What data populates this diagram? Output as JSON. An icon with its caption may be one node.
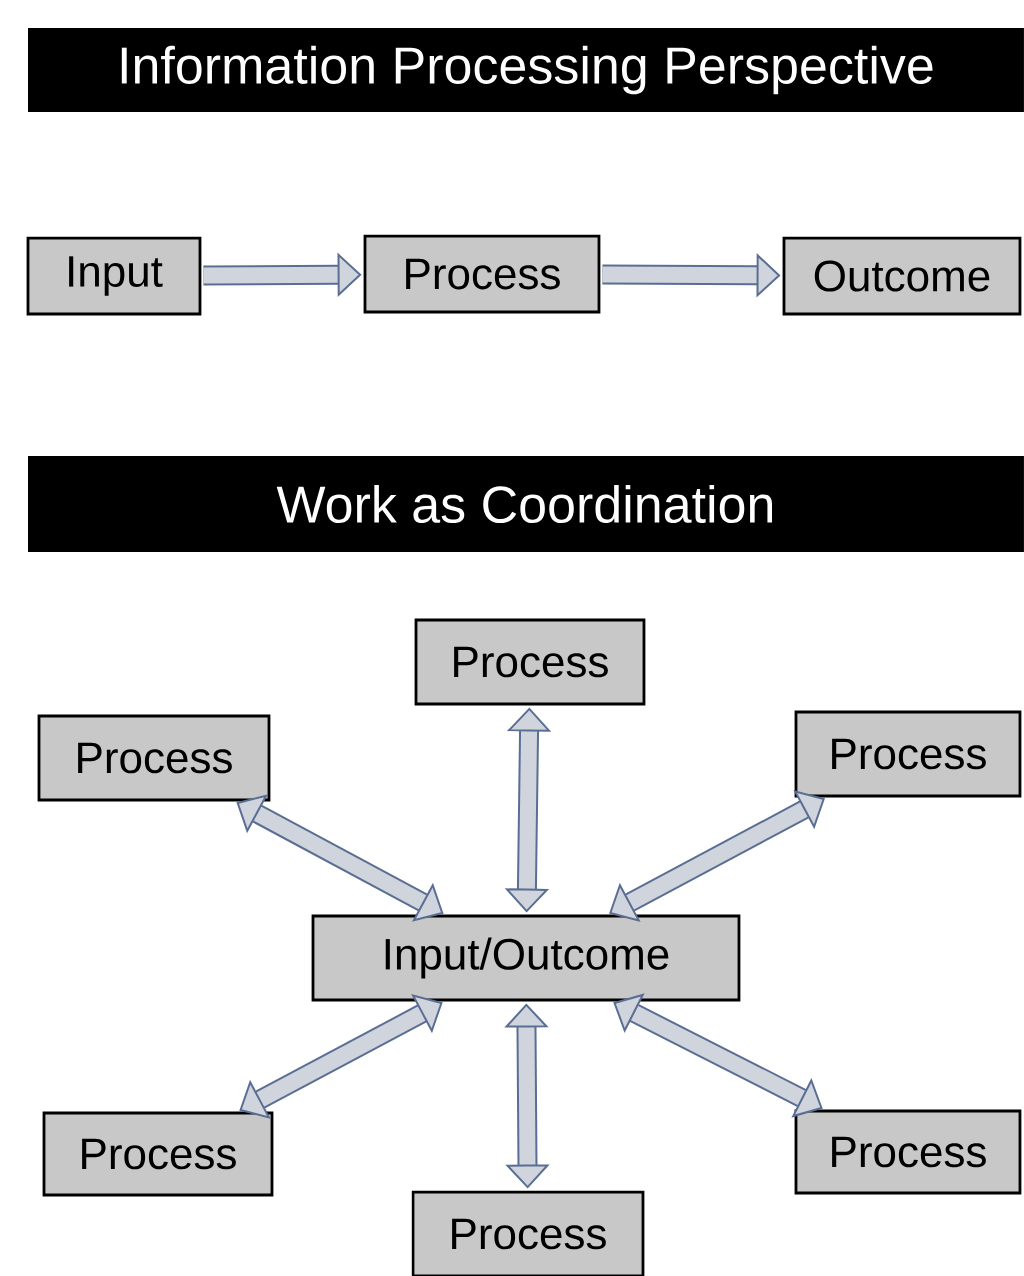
{
  "diagram": {
    "nodes": [
      {
        "text": [
          "Information Processing Perspective"
        ]
      },
      {
        "text": [
          "Input"
        ]
      },
      {
        "text": [
          "Process"
        ]
      },
      {
        "text": [
          "Outcome"
        ]
      },
      {
        "text": [
          "Work as Coordination"
        ]
      },
      {
        "text": [
          "Process"
        ]
      },
      {
        "text": [
          "Process"
        ]
      },
      {
        "text": [
          "Process"
        ]
      },
      {
        "text": [
          "Input/Outcome"
        ]
      },
      {
        "text": [
          "Process"
        ]
      },
      {
        "text": [
          "Process"
        ]
      },
      {
        "text": [
          "Process"
        ]
      }
    ],
    "edges": [
      {
        "from": 1,
        "to": 2,
        "arrow": "to"
      },
      {
        "from": 2,
        "to": 3,
        "arrow": "to"
      },
      {
        "from": 8,
        "to": 5,
        "arrow": "both"
      },
      {
        "from": 8,
        "to": 6,
        "arrow": "both"
      },
      {
        "from": 8,
        "to": 7,
        "arrow": "both"
      },
      {
        "from": 8,
        "to": 9,
        "arrow": "both"
      },
      {
        "from": 8,
        "to": 10,
        "arrow": "both"
      },
      {
        "from": 8,
        "to": 11,
        "arrow": "both"
      }
    ]
  }
}
